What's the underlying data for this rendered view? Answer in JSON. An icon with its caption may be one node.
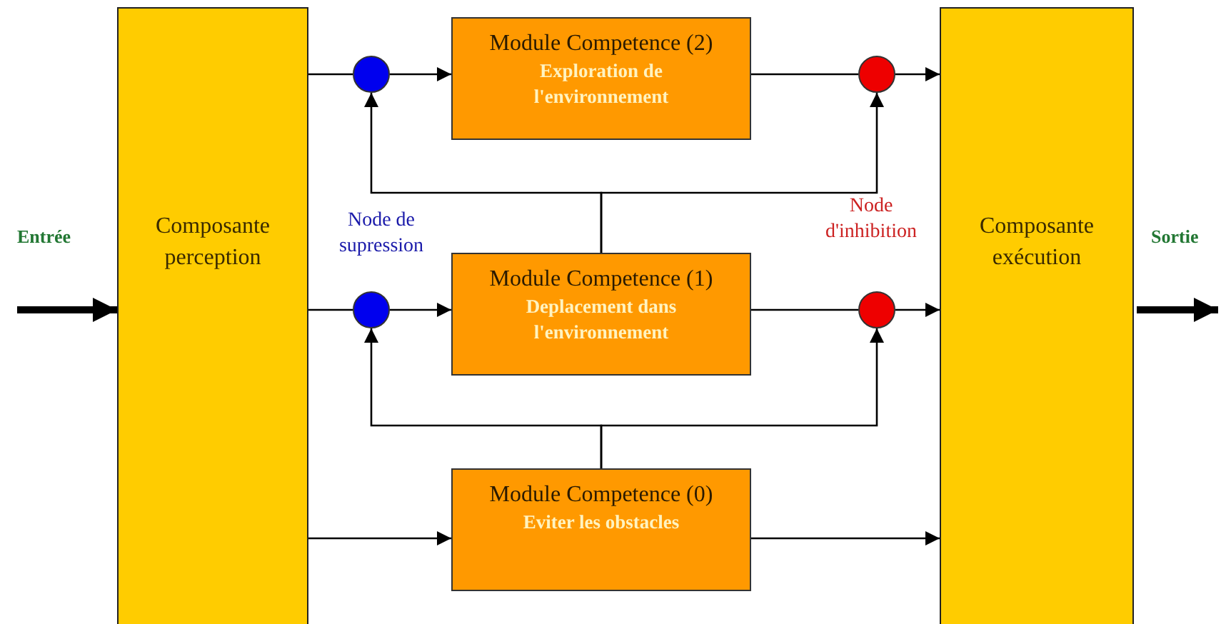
{
  "diagram": {
    "nodes": [
      {
        "text": [
          "Composante perception"
        ]
      },
      {
        "text": [],
        "shape": "circle"
      },
      {
        "text": [
          "Module Competence (2)",
          "Exploration de l'environnement"
        ]
      },
      {
        "text": [],
        "shape": "circle"
      },
      {
        "text": [
          "Composante exécution"
        ]
      },
      {
        "text": [],
        "shape": "circle",
        "beside": [
          "Node de supression"
        ]
      },
      {
        "text": [
          "Module Competence (1)",
          "Deplacement dans l'environnement"
        ]
      },
      {
        "text": [],
        "shape": "circle"
      },
      {
        "text": [
          "Module Competence (0)",
          "Eviter les obstacles"
        ]
      }
    ],
    "edges": [
      {
        "from": null,
        "to": 0,
        "arrow": "to",
        "style": "thick",
        "label": "Entrée"
      },
      {
        "from": 0,
        "to": 1,
        "arrow": "none"
      },
      {
        "from": 1,
        "to": 2,
        "arrow": "to"
      },
      {
        "from": 2,
        "to": 3,
        "arrow": "none"
      },
      {
        "from": 3,
        "to": 4,
        "arrow": "to"
      },
      {
        "from": 0,
        "to": 5,
        "arrow": "none"
      },
      {
        "from": 5,
        "to": 6,
        "arrow": "to"
      },
      {
        "from": 6,
        "to": 7,
        "arrow": "none"
      },
      {
        "from": 7,
        "to": 4,
        "arrow": "to"
      },
      {
        "from": 0,
        "to": 8,
        "arrow": "to"
      },
      {
        "from": 8,
        "to": 4,
        "arrow": "to"
      },
      {
        "from": 6,
        "to": 1,
        "arrow": "to"
      },
      {
        "from": 6,
        "to": 3,
        "arrow": "to"
      },
      {
        "from": 8,
        "to": 5,
        "arrow": "to"
      },
      {
        "from": 8,
        "to": 7,
        "arrow": "to"
      },
      {
        "from": 4,
        "to": null,
        "arrow": "to",
        "style": "thick",
        "label": "Sortie"
      }
    ],
    "labels": [
      "Node d'inhibition"
    ]
  }
}
